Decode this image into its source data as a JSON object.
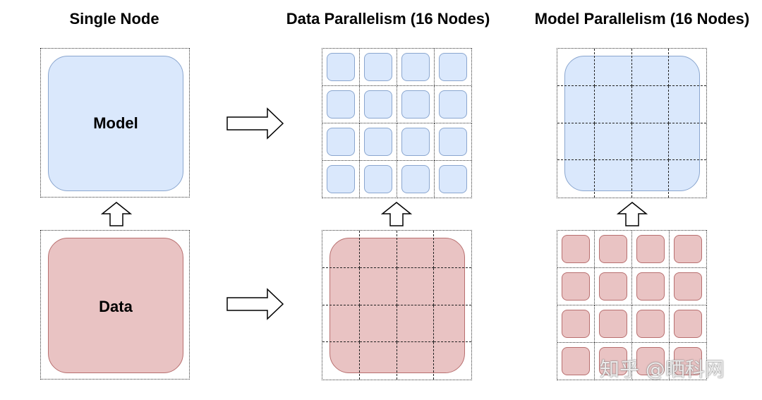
{
  "titles": {
    "single_node": "Single Node",
    "data_parallelism": "Data Parallelism (16 Nodes)",
    "model_parallelism": "Model Parallelism (16 Nodes)"
  },
  "labels": {
    "model": "Model",
    "data": "Data"
  },
  "watermark": "知乎 @晒科网",
  "colors": {
    "model_fill": "#dae8fc",
    "model_stroke": "#8aa6cf",
    "data_fill": "#e9c3c3",
    "data_stroke": "#b86f6f"
  },
  "icons": {
    "right_arrow": "hollow-right-arrow-icon",
    "up_arrow": "hollow-up-arrow-icon"
  }
}
